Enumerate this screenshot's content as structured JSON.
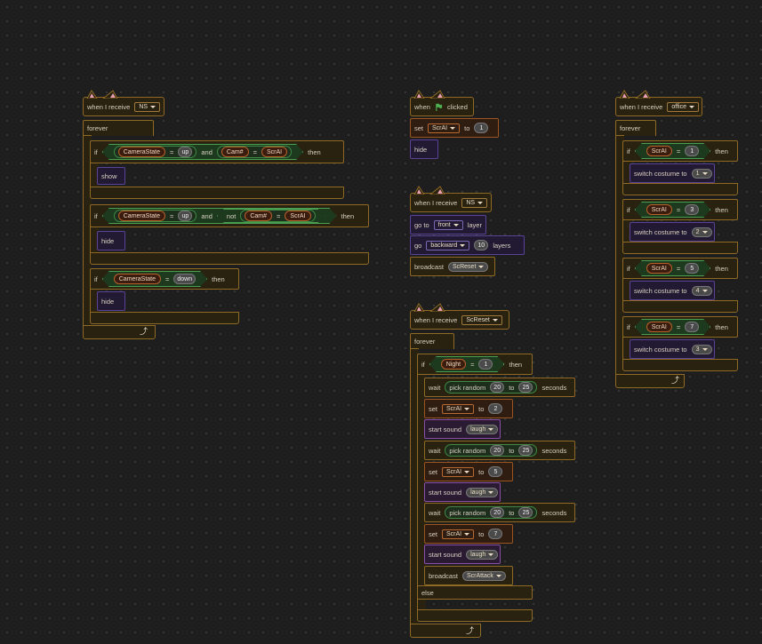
{
  "labels": {
    "when_i_receive": "when I receive",
    "forever": "forever",
    "if": "if",
    "then": "then",
    "and": "and",
    "not": "not",
    "eq": "=",
    "else": "else",
    "show": "show",
    "hide": "hide",
    "when": "when",
    "clicked": "clicked",
    "set": "set",
    "to": "to",
    "go_to": "go to",
    "layer": "layer",
    "go": "go",
    "layers": "layers",
    "broadcast": "broadcast",
    "wait": "wait",
    "pick_random": "pick random",
    "seconds": "seconds",
    "start_sound": "start sound",
    "switch_costume_to": "switch costume to"
  },
  "script1": {
    "message": "NS",
    "if1": {
      "var": "CameraState",
      "value": "up",
      "var2": "Cam#",
      "var3": "ScrAI"
    },
    "if2": {
      "var": "CameraState",
      "value": "up",
      "var2": "Cam#",
      "var3": "ScrAI"
    },
    "if3": {
      "var": "CameraState",
      "value": "down"
    }
  },
  "script2": {
    "var": "ScrAI",
    "value": "1"
  },
  "script3": {
    "message": "NS",
    "front": "front",
    "backward": "backward",
    "layers_count": "10",
    "broadcast_msg": "ScReset"
  },
  "script4": {
    "message": "ScReset",
    "cond_var": "Night",
    "cond_value": "1",
    "rand_min": "20",
    "rand_max": "25",
    "var": "ScrAI",
    "set_values": [
      "2",
      "5",
      "7"
    ],
    "sound": "laugh",
    "broadcast_msg": "ScrAttack"
  },
  "script5": {
    "message": "office",
    "var": "ScrAI",
    "conds": [
      "1",
      "3",
      "5",
      "7"
    ],
    "costumes": [
      "1",
      "2",
      "4",
      "3"
    ]
  },
  "colors": {
    "control": "#8f6a24",
    "looks": "#5a4296",
    "sound": "#8a4ea8",
    "variable": "#9c5420",
    "operator": "#4aa050",
    "flag": "#4caf50"
  }
}
